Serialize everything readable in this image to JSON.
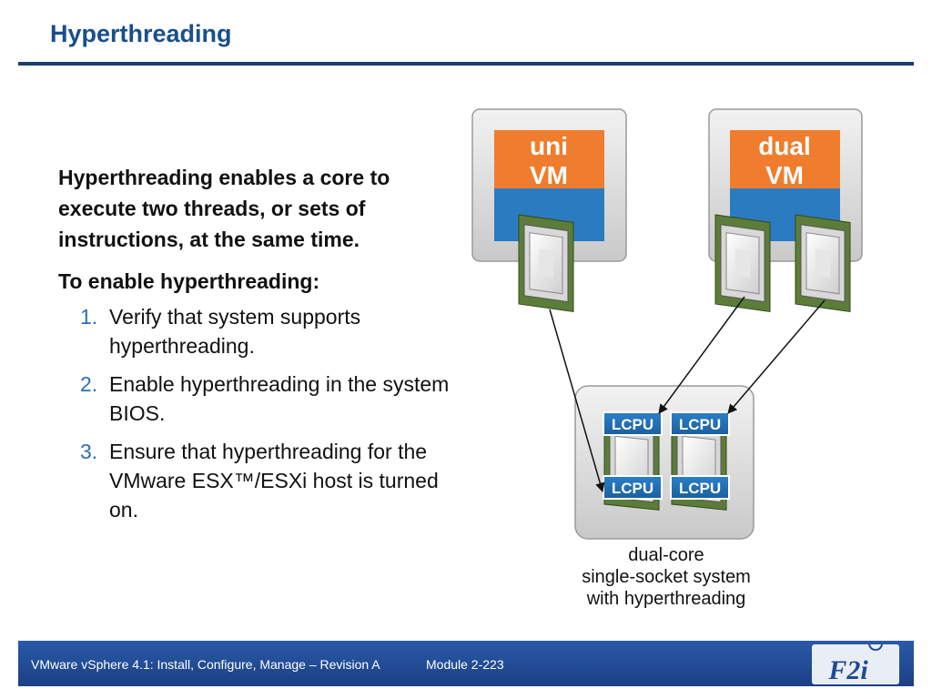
{
  "slide": {
    "title": "Hyperthreading",
    "intro": "Hyperthreading enables a core to execute two threads, or sets of instructions, at the same time.",
    "enable_heading": "To enable hyperthreading:",
    "steps": [
      {
        "num": "1.",
        "text": "Verify that system supports hyperthreading."
      },
      {
        "num": "2.",
        "text": "Enable hyperthreading in the system BIOS."
      },
      {
        "num": "3.",
        "text": "Ensure that hyperthreading for the VMware ESX™/ESXi host is turned on."
      }
    ]
  },
  "diagram": {
    "vm1": {
      "line1": "uni",
      "line2": "VM"
    },
    "vm2": {
      "line1": "dual",
      "line2": "VM"
    },
    "lcpu_label": "LCPU",
    "caption": [
      "dual-core",
      "single-socket system",
      "with hyperthreading"
    ]
  },
  "footer": {
    "course": "VMware vSphere 4.1: Install, Configure, Manage – Revision A",
    "module": "Module 2-223",
    "logo_text": "F2i"
  },
  "colors": {
    "title": "#1a4f8b",
    "vm_orange": "#ef7d2d",
    "vm_blue": "#2b7bc0",
    "lcpu_blue": "#1d6eb8",
    "footer": "#1f4a95"
  }
}
